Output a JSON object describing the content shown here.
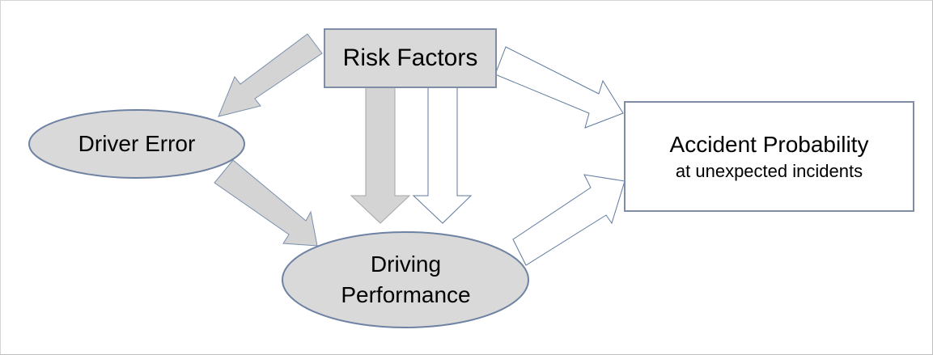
{
  "nodes": {
    "risk_factors": {
      "label": "Risk Factors"
    },
    "driver_error": {
      "label": "Driver Error"
    },
    "driving_performance": {
      "label_line1": "Driving",
      "label_line2": "Performance"
    },
    "accident_probability": {
      "label_line1": "Accident Probability",
      "label_line2": "at unexpected incidents"
    }
  },
  "edges": [
    {
      "from": "Risk Factors",
      "to": "Driver Error",
      "style": "filled"
    },
    {
      "from": "Risk Factors",
      "to": "Driving Performance",
      "style": "filled"
    },
    {
      "from": "Risk Factors",
      "to": "Driving Performance",
      "style": "outline"
    },
    {
      "from": "Risk Factors",
      "to": "Accident Probability",
      "style": "outline"
    },
    {
      "from": "Driver Error",
      "to": "Driving Performance",
      "style": "filled"
    },
    {
      "from": "Driving Performance",
      "to": "Accident Probability",
      "style": "outline"
    }
  ],
  "colors": {
    "node_fill": "#d9d9d9",
    "node_stroke": "#6e82a3",
    "arrow_fill": "#d4d4d4",
    "arrow_stroke": "#7a8fae",
    "outline_arrow_stroke": "#5f7a9e",
    "box_stroke": "#7f8ea6"
  }
}
